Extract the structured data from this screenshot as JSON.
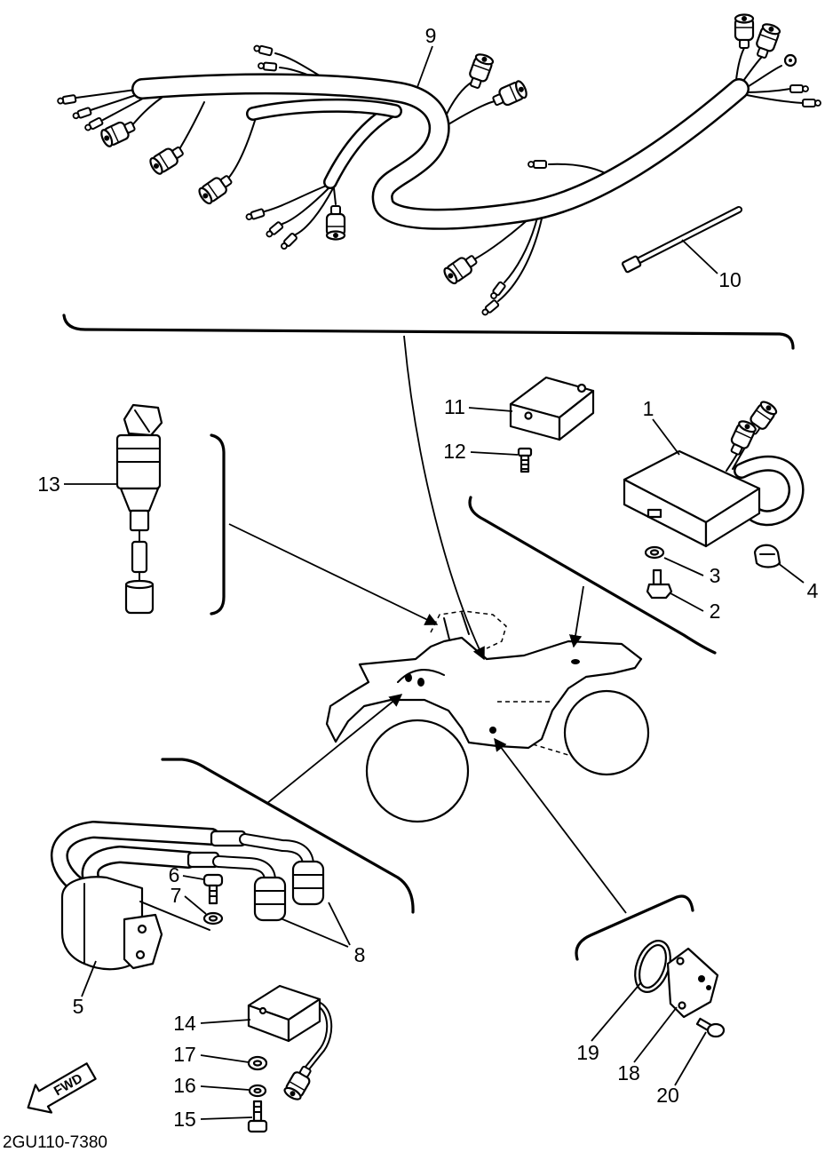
{
  "callouts": {
    "part_1": "1",
    "part_2": "2",
    "part_3": "3",
    "part_4": "4",
    "part_5": "5",
    "part_6": "6",
    "part_7": "7",
    "part_8": "8",
    "part_9": "9",
    "part_10": "10",
    "part_11": "11",
    "part_12": "12",
    "part_13": "13",
    "part_14": "14",
    "part_15": "15",
    "part_16": "16",
    "part_17": "17",
    "part_18": "18",
    "part_19": "19",
    "part_20": "20"
  },
  "fwd_arrow": {
    "label": "FWD"
  },
  "drawing_code": "2GU110-7380"
}
